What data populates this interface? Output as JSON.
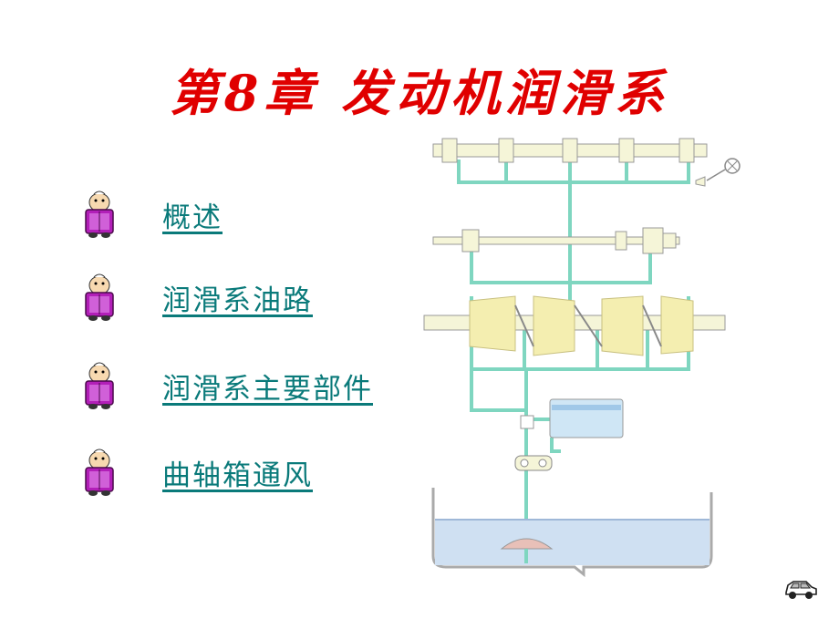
{
  "slide": {
    "title": "第8章  发动机润滑系"
  },
  "menu": {
    "items": [
      {
        "label": "概述"
      },
      {
        "label": "润滑系油路"
      },
      {
        "label": "润滑系主要部件"
      },
      {
        "label": "曲轴箱通风"
      }
    ]
  },
  "icons": {
    "bullet": "book-reader-character-icon",
    "nav": "car-icon"
  },
  "colors": {
    "title": "#e00000",
    "link": "#0a7a7a",
    "oil_line": "#7fd6c0",
    "oil": "#cfe0f2"
  }
}
